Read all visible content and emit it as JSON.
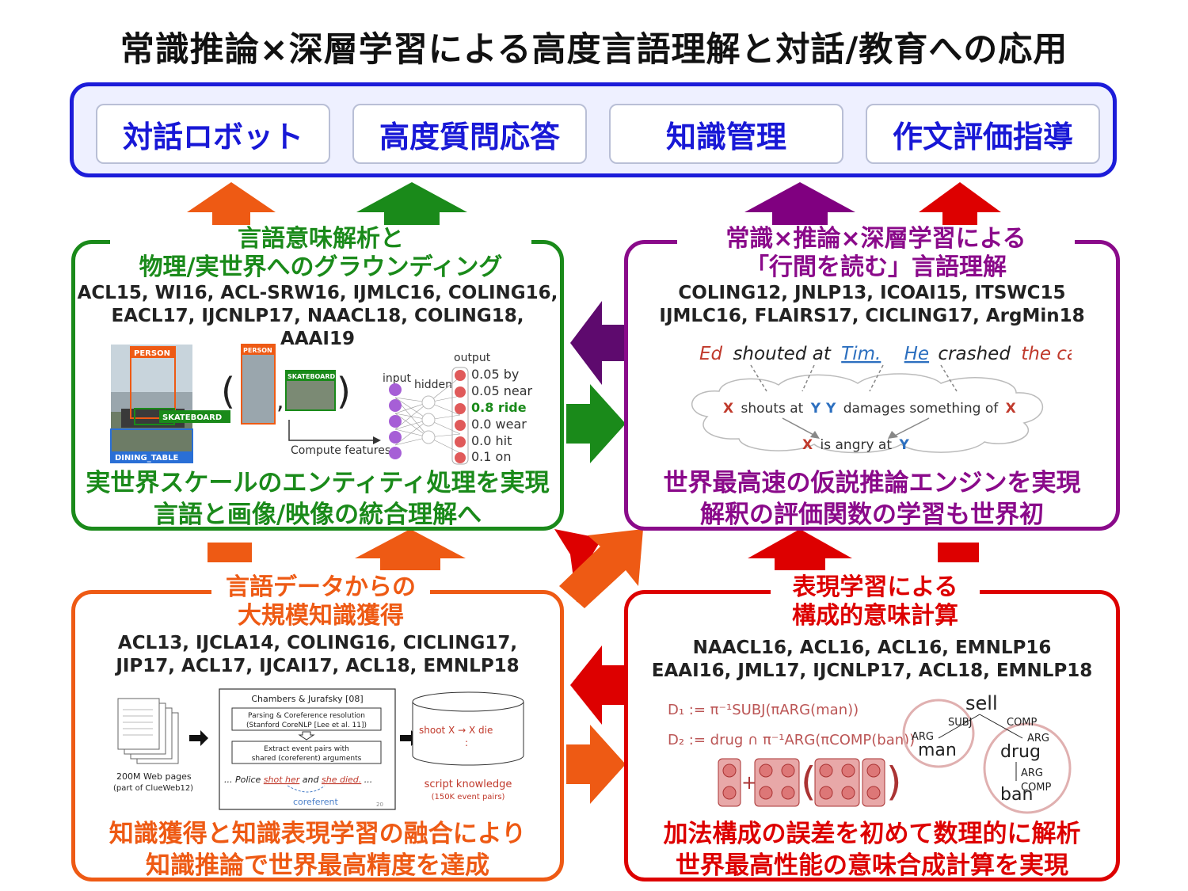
{
  "title": "常識推論×深層学習による高度言語理解と対話/教育への応用",
  "applications": [
    "対話ロボット",
    "高度質問応答",
    "知識管理",
    "作文評価指導"
  ],
  "boxes": {
    "grounding": {
      "title_line1": "言語意味解析と",
      "title_line2": "物理/実世界へのグラウンディング",
      "refs_line1": "ACL15, WI16, ACL-SRW16,  IJMLC16, COLING16,",
      "refs_line2": "EACL17, IJCNLP17, NAACL18, COLING18, AAAI19",
      "footer_line1": "実世界スケールのエンティティ処理を実現",
      "footer_line2": "言語と画像/映像の統合理解へ",
      "figure": {
        "person": "PERSON",
        "skateboard": "SKATEBOARD",
        "dining_table": "DINING_TABLE",
        "compute": "Compute features",
        "input": "input",
        "hidden": "hidden",
        "output": "output",
        "outputs": [
          "0.05 by",
          "0.05 near",
          "0.8 ride",
          "0.0 wear",
          "0.0 hit",
          "0.1 on"
        ]
      }
    },
    "commonsense": {
      "title_line1": "常識×推論×深層学習による",
      "title_line2": "「行間を読む」言語理解",
      "refs_line1": "COLING12, JNLP13, ICOAI15, ITSWC15",
      "refs_line2": "IJMLC16, FLAIRS17, CICLING17, ArgMin18",
      "footer_line1": "世界最高速の仮説推論エンジンを実現",
      "footer_line2": "解釈の評価関数の学習も世界初",
      "figure": {
        "sent_ed": "Ed",
        "sent_shouted": "shouted at",
        "sent_tim": "Tim.",
        "sent_he": "He",
        "sent_crashed": "crashed",
        "sent_car": "the car",
        "sent_end": ".",
        "rule1_x": "X",
        "rule1_mid": "shouts at",
        "rule1_y": "Y",
        "rule2_y": "Y",
        "rule2_mid": "damages something of",
        "rule2_x": "X",
        "rule3_x": "X",
        "rule3_mid": "is angry at",
        "rule3_y": "Y"
      }
    },
    "acquisition": {
      "title_line1": "言語データからの",
      "title_line2": "大規模知識獲得",
      "refs_line1": "ACL13, IJCLA14, COLING16, CICLING17,",
      "refs_line2": "JIP17, ACL17, IJCAI17, ACL18, EMNLP18",
      "footer_line1": "知識獲得と知識表現学習の融合により",
      "footer_line2": "知識推論で世界最高精度を達成",
      "figure": {
        "web_pages": "200M Web pages",
        "clueweb": "(part of ClueWeb12)",
        "chambers": "Chambers & Jurafsky [08]",
        "parsing1": "Parsing & Coreference resolution",
        "parsing2": "(Stanford CoreNLP [Lee et al. 11])",
        "extract1": "Extract event pairs with",
        "extract2": "shared (coreferent) arguments",
        "police_pre": "... Police ",
        "police_shot": "shot her",
        "police_and": " and ",
        "police_she": "she died.",
        "police_post": " ...",
        "coreferent": "coreferent",
        "page_num": "20",
        "db_line1": "shoot X → X die",
        "db_line2": ":",
        "script1": "script knowledge",
        "script2": "(150K event pairs)"
      }
    },
    "composition": {
      "title_line1": "表現学習による",
      "title_line2": "構成的意味計算",
      "refs_line1": "NAACL16, ACL16, ACL16, EMNLP16",
      "refs_line2": "EAAI16, JML17, IJCNLP17, ACL18, EMNLP18",
      "footer_line1": "加法構成の誤差を初めて数理的に解析",
      "footer_line2": "世界最高性能の意味合成計算を実現",
      "figure": {
        "d1": "D₁ := π⁻¹SUBJ(πARG(man))",
        "d2": "D₂ := drug ∩ π⁻¹ARG(πCOMP(ban))",
        "sell": "sell",
        "subj": "SUBJ",
        "comp": "COMP",
        "arg1": "ARG",
        "man": "man",
        "arg2": "ARG",
        "drug": "drug",
        "arg3": "ARG",
        "comp2": "COMP",
        "ban": "ban"
      }
    }
  },
  "colors": {
    "blue": "#1c1cd9",
    "green": "#1a8a1a",
    "purple": "#8a0a8a",
    "orange": "#ee5a14",
    "red": "#dd0000"
  }
}
